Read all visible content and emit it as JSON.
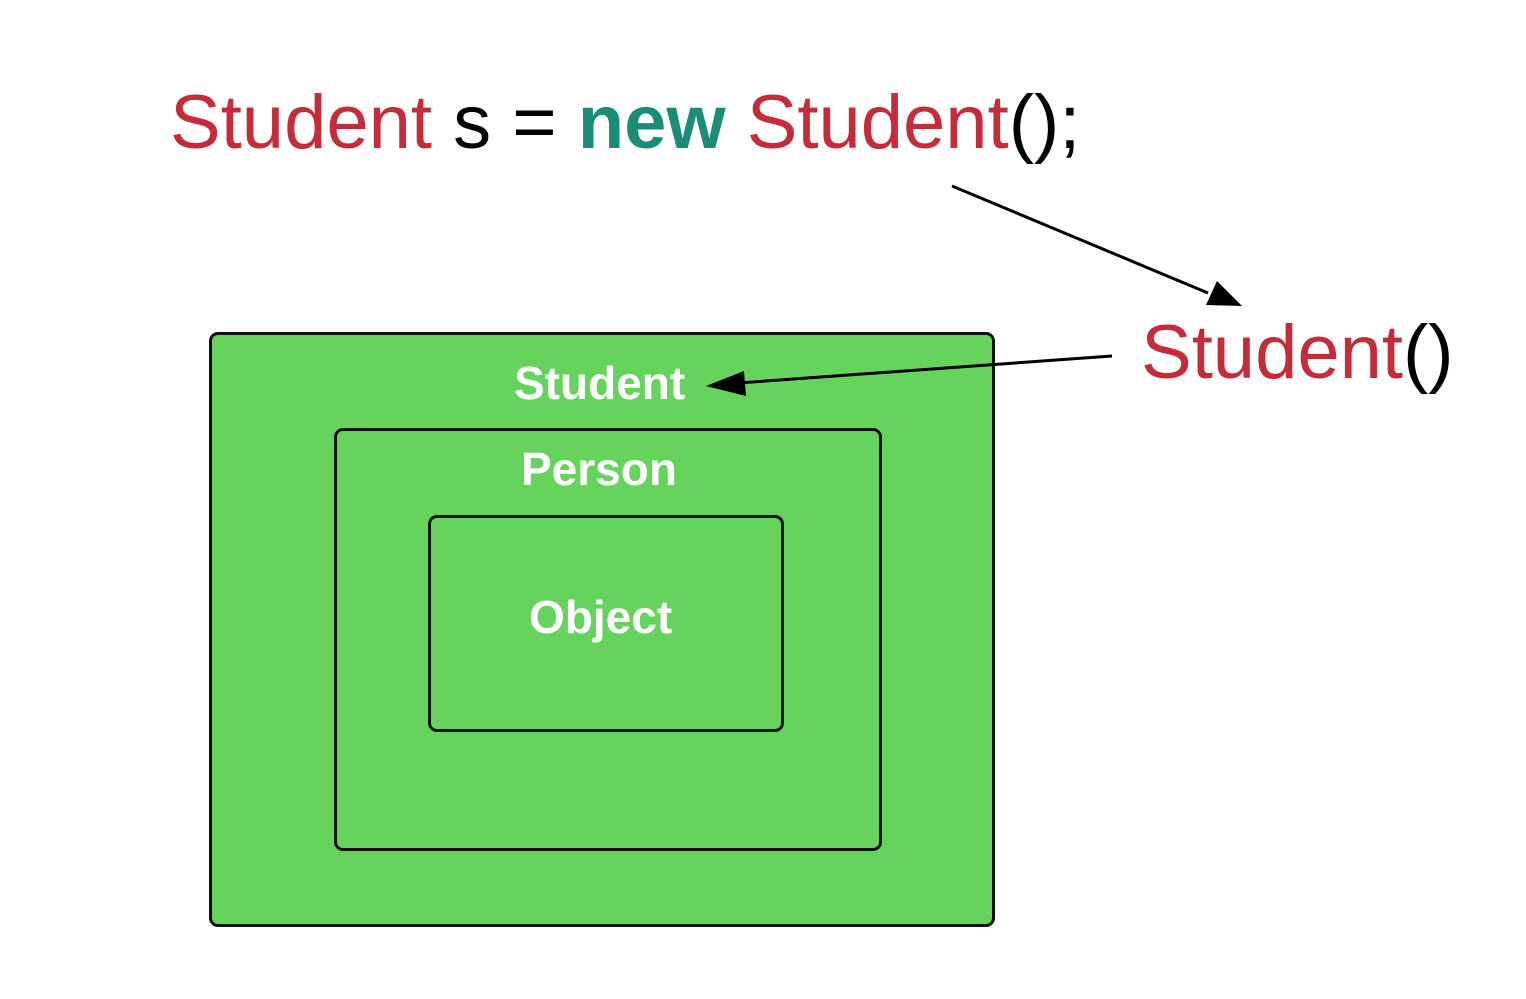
{
  "code": {
    "type_name": "Student",
    "space1": " ",
    "var_name": "s",
    "assign": " = ",
    "keyword": "new",
    "space2": " ",
    "ctor_name": "Student",
    "call_suffix": "();"
  },
  "constructor_call": {
    "name": "Student",
    "parens": "()"
  },
  "boxes": {
    "student": "Student",
    "person": "Person",
    "object": "Object"
  },
  "colors": {
    "class_name": "#c42b3b",
    "keyword": "#1a8c78",
    "box_fill": "#66d35d",
    "box_label": "#ffffff"
  }
}
